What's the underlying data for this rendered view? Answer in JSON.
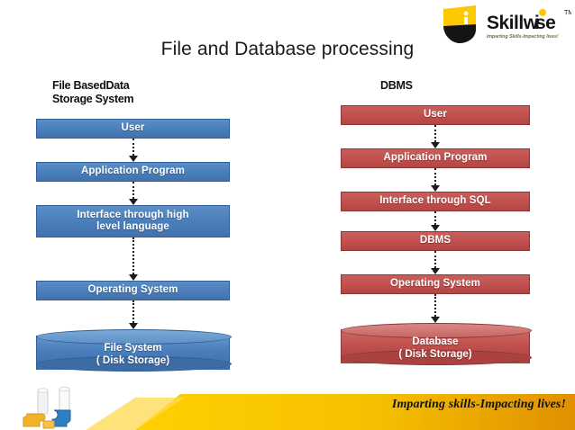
{
  "brand": {
    "logo_name": "skillwise-logo",
    "name": "Skillwise",
    "trademark": "TM",
    "logo_tagline": "Imparting Skills-Impacting lives!"
  },
  "slide": {
    "title": "File and Database processing"
  },
  "colors": {
    "file_blue": "#4a7ebb",
    "dbms_red": "#c0504d",
    "brand_yellow": "#fdc800",
    "brand_gold": "#e8a200",
    "brand_black": "#141414",
    "text_dark": "#1a1a1a"
  },
  "left_column": {
    "heading": "File BasedData\nStorage System",
    "steps": [
      {
        "label": "User",
        "lines": 1
      },
      {
        "label": "Application Program",
        "lines": 1
      },
      {
        "label": "Interface through high\nlevel language",
        "lines": 2
      },
      {
        "label": "Operating System",
        "lines": 1
      }
    ],
    "store": {
      "label": "File System\n( Disk Storage)"
    }
  },
  "right_column": {
    "heading": "DBMS",
    "steps": [
      {
        "label": "User",
        "lines": 1
      },
      {
        "label": "Application Program",
        "lines": 1
      },
      {
        "label": "Interface through SQL",
        "lines": 1
      },
      {
        "label": "DBMS",
        "lines": 1
      },
      {
        "label": "Operating System",
        "lines": 1
      }
    ],
    "store": {
      "label": "Database\n( Disk Storage)"
    }
  },
  "footer": {
    "tagline": "Imparting skills-Impacting lives!",
    "graphic_name": "puzzle-pieces-graphic"
  }
}
